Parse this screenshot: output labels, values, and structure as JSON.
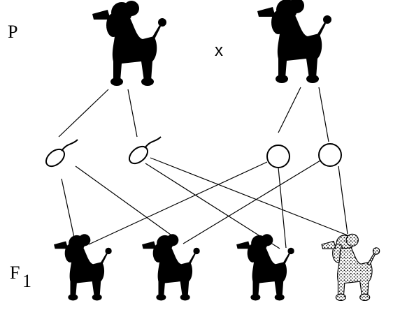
{
  "labels": {
    "parent_generation": "P",
    "cross_symbol": "x",
    "offspring_prefix": "F",
    "offspring_index": "1"
  },
  "parents": [
    {
      "name": "parent-poodle-left",
      "color": "#000000"
    },
    {
      "name": "parent-poodle-right",
      "color": "#000000"
    }
  ],
  "gametes": [
    {
      "type": "sperm",
      "name": "gamete-sperm-1"
    },
    {
      "type": "sperm",
      "name": "gamete-sperm-2"
    },
    {
      "type": "egg",
      "name": "gamete-egg-1"
    },
    {
      "type": "egg",
      "name": "gamete-egg-2"
    }
  ],
  "offspring": [
    {
      "name": "offspring-poodle-1",
      "pattern": "solid",
      "color": "#000000"
    },
    {
      "name": "offspring-poodle-2",
      "pattern": "solid",
      "color": "#000000"
    },
    {
      "name": "offspring-poodle-3",
      "pattern": "solid",
      "color": "#000000"
    },
    {
      "name": "offspring-poodle-4",
      "pattern": "speckled",
      "color": "#000000"
    }
  ]
}
